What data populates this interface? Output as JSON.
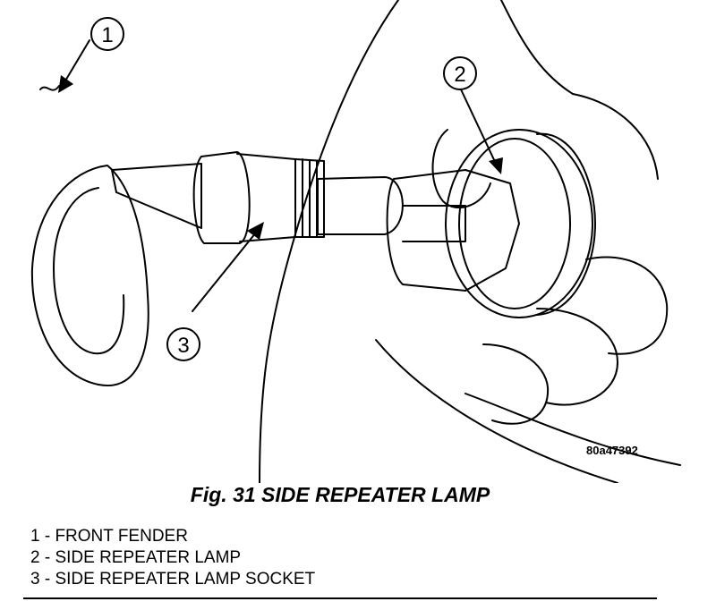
{
  "figure": {
    "callouts": [
      {
        "number": "1"
      },
      {
        "number": "2"
      },
      {
        "number": "3"
      }
    ],
    "reference_id": "80a47392",
    "caption": "Fig. 31 SIDE REPEATER LAMP"
  },
  "legend": {
    "items": [
      "1 - FRONT FENDER",
      "2 - SIDE REPEATER LAMP",
      "3 - SIDE REPEATER LAMP SOCKET"
    ]
  }
}
